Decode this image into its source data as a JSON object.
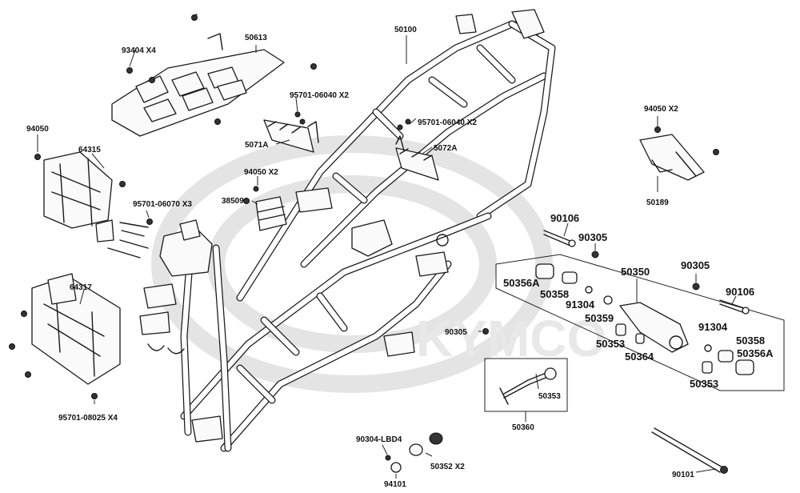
{
  "diagram": {
    "labels": {
      "l50613": "50613",
      "l93404": "93404  X4",
      "l50100": "50100",
      "l94050a": "94050",
      "l64315": "64315",
      "l95701_06040a": "95701-06040 X2",
      "l5071A": "5071A",
      "l95701_06040b": "95701-06040 X2",
      "l5072A": "5072A",
      "l94050x2a": "94050 X2",
      "l50189": "50189",
      "l94050x2b": "94050  X2",
      "l38509": "38509",
      "l95701_06070": "95701-06070 X3",
      "l90106a": "90106",
      "l90305a": "90305",
      "l50350": "50350",
      "l90305b": "90305",
      "l50356A_a": "50356A",
      "l50358a": "50358",
      "l91304a": "91304",
      "l90106b": "90106",
      "l50359": "50359",
      "l91304b": "91304",
      "l50358b": "50358",
      "l50353a": "50353",
      "l50364": "50364",
      "l50356A_b": "50356A",
      "l50353b": "50353",
      "l64317": "64317",
      "l90305c": "90305",
      "l50353c": "50353",
      "l50360": "50360",
      "l95701_08025": "95701-08025 X4",
      "l90304": "90304-LBD4",
      "l50352": "50352 X2",
      "l94101": "94101",
      "l90101": "90101"
    },
    "watermark": "KYMCO"
  }
}
